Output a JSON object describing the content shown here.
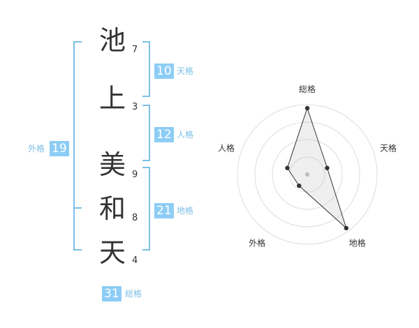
{
  "characters": [
    {
      "char": "池",
      "strokes": "7"
    },
    {
      "char": "上",
      "strokes": "3"
    },
    {
      "char": "美",
      "strokes": "9"
    },
    {
      "char": "和",
      "strokes": "8"
    },
    {
      "char": "天",
      "strokes": "4"
    }
  ],
  "kakusu": {
    "tenkaku": {
      "label": "天格",
      "value": "10"
    },
    "jinkaku": {
      "label": "人格",
      "value": "12"
    },
    "chikaku": {
      "label": "地格",
      "value": "21"
    },
    "gaikaku": {
      "label": "外格",
      "value": "19"
    },
    "soukaku": {
      "label": "総格",
      "value": "31"
    }
  },
  "colors": {
    "accent": "#8dcdf5",
    "bracket": "#7cbfe6",
    "text": "#333333"
  },
  "chart_data": {
    "type": "radar",
    "axes": [
      "総格",
      "天格",
      "地格",
      "外格",
      "人格"
    ],
    "values": [
      0.95,
      0.3,
      0.95,
      0.2,
      0.3
    ],
    "max": 1,
    "rings": 4
  }
}
